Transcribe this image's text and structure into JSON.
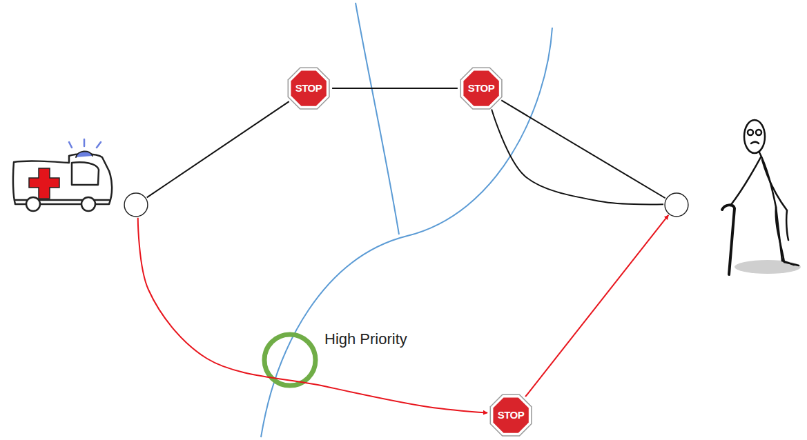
{
  "diagram": {
    "nodes": [
      {
        "text": [
          "STOP"
        ]
      },
      {
        "text": [
          "STOP"
        ]
      },
      {
        "text": []
      },
      {
        "text": []
      },
      {
        "text": [
          "STOP"
        ]
      }
    ],
    "edges": [
      {
        "from": 2,
        "to": 0,
        "arrow": "none"
      },
      {
        "from": 0,
        "to": 1,
        "arrow": "none"
      },
      {
        "from": 1,
        "to": 3,
        "arrow": "none"
      },
      {
        "from": 1,
        "to": 3,
        "arrow": "none"
      },
      {
        "from": 2,
        "to": 4,
        "arrow": "to"
      },
      {
        "from": 4,
        "to": 3,
        "arrow": "to"
      }
    ],
    "labels": [
      "High Priority"
    ]
  }
}
